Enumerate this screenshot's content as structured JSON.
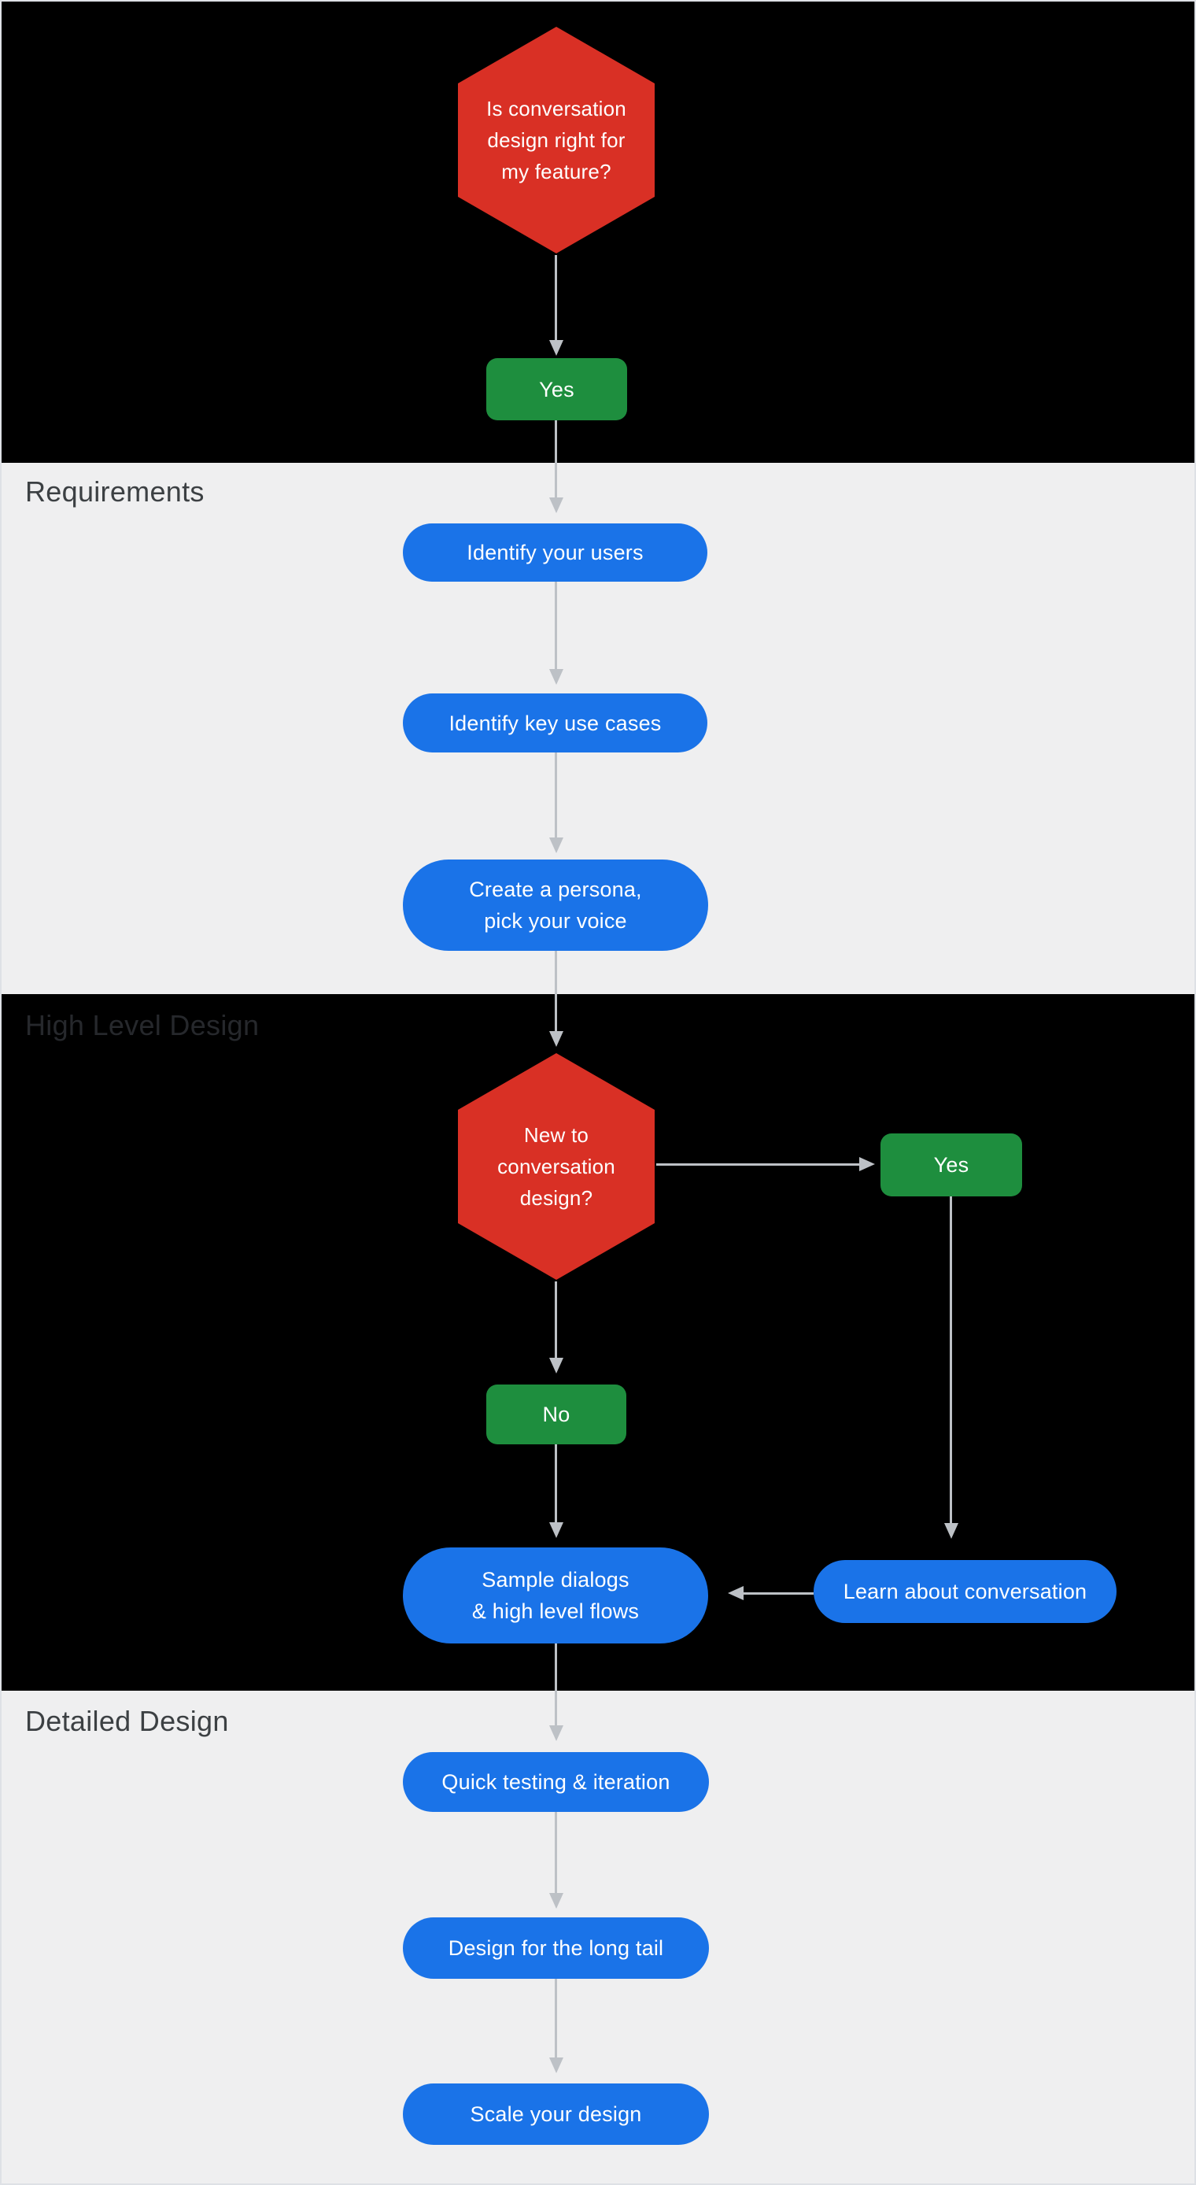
{
  "colors": {
    "page-border": "#dee1e6",
    "section-dark-bg": "#000000",
    "section-light-bg": "#efeff0",
    "decision-red": "#d93025",
    "step-blue": "#1a73e8",
    "answer-green": "#1e8e3e",
    "arrow-gray": "#bdc1c6",
    "node-text": "#ffffff",
    "header-on-light": "#3c4043",
    "header-on-dark": "#26282c"
  },
  "sections": {
    "requirements": {
      "title": "Requirements"
    },
    "high_level_design": {
      "title": "High Level Design"
    },
    "detailed_design": {
      "title": "Detailed Design"
    }
  },
  "nodes": {
    "decision_is_cd_right": {
      "text": "Is conversation\ndesign right for\nmy feature?"
    },
    "answer_yes_1": {
      "text": "Yes"
    },
    "step_identify_users": {
      "text": "Identify your users"
    },
    "step_identify_use_cases": {
      "text": "Identify key use cases"
    },
    "step_create_persona": {
      "text": "Create a persona,\npick your voice"
    },
    "decision_new_to_cd": {
      "text": "New to\nconversation\ndesign?"
    },
    "answer_yes_2": {
      "text": "Yes"
    },
    "answer_no": {
      "text": "No"
    },
    "step_sample_dialogs": {
      "text": "Sample dialogs\n& high level flows"
    },
    "step_learn_conversation": {
      "text": "Learn about conversation"
    },
    "step_quick_testing": {
      "text": "Quick testing & iteration"
    },
    "step_design_long_tail": {
      "text": "Design for the long tail"
    },
    "step_scale_design": {
      "text": "Scale your design"
    }
  }
}
